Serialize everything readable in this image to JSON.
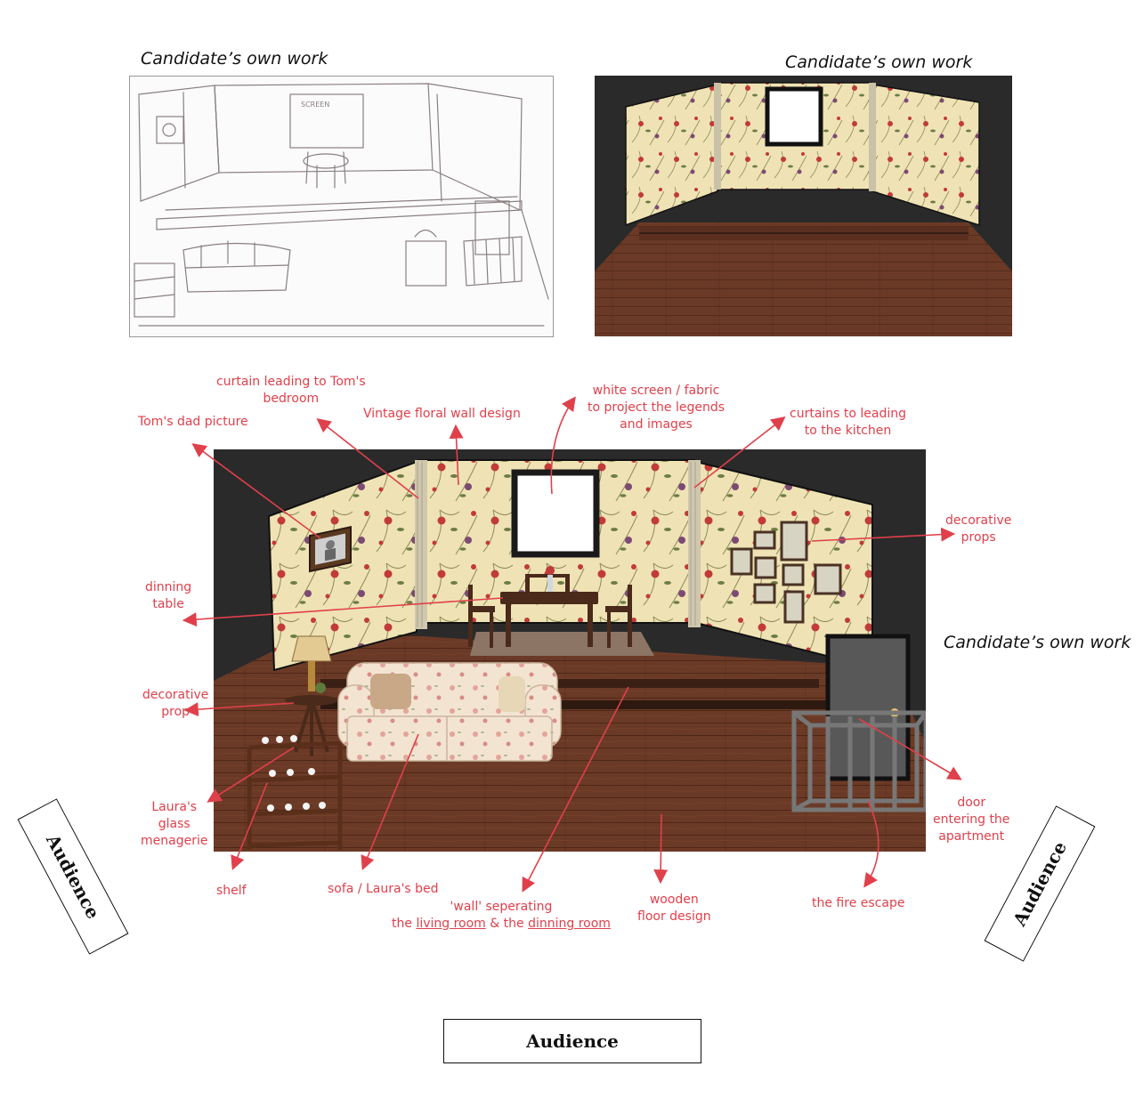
{
  "captions": {
    "sketch": "Candidate’s own work",
    "render_small": "Candidate’s own work",
    "render_main": "Candidate’s own work"
  },
  "annotations": {
    "curtain_bedroom": [
      "curtain leading to Tom's",
      "bedroom"
    ],
    "toms_dad_picture": "Tom's dad picture",
    "floral_wall": "Vintage floral wall design",
    "white_screen": [
      "white screen / fabric",
      "to project the legends",
      "and images"
    ],
    "curtains_kitchen": [
      "curtains to leading",
      "to the kitchen"
    ],
    "decorative_props": [
      "decorative",
      "props"
    ],
    "dinning_table": [
      "dinning",
      "table"
    ],
    "decorative_prop": [
      "decorative",
      "prop"
    ],
    "lauras_glass": [
      "Laura's",
      "glass",
      "menagerie"
    ],
    "shelf": "shelf",
    "sofa": "sofa / Laura's bed",
    "wall_separating": [
      "'wall' seperating",
      "the",
      "living room",
      "&",
      "the",
      "dinning room"
    ],
    "wooden_floor": [
      "wooden",
      "floor design"
    ],
    "fire_escape": "the fire escape",
    "door": [
      "door",
      "entering the",
      "apartment"
    ]
  },
  "sketch": {
    "screen_label": "SCREEN"
  },
  "audience": {
    "left": "Audience",
    "right": "Audience",
    "bottom": "Audience"
  },
  "colors": {
    "annotation": "#e0404b",
    "wallpaper": "#efe3b5",
    "floor": "#6b3a26",
    "backdrop": "#2a2a2a"
  }
}
